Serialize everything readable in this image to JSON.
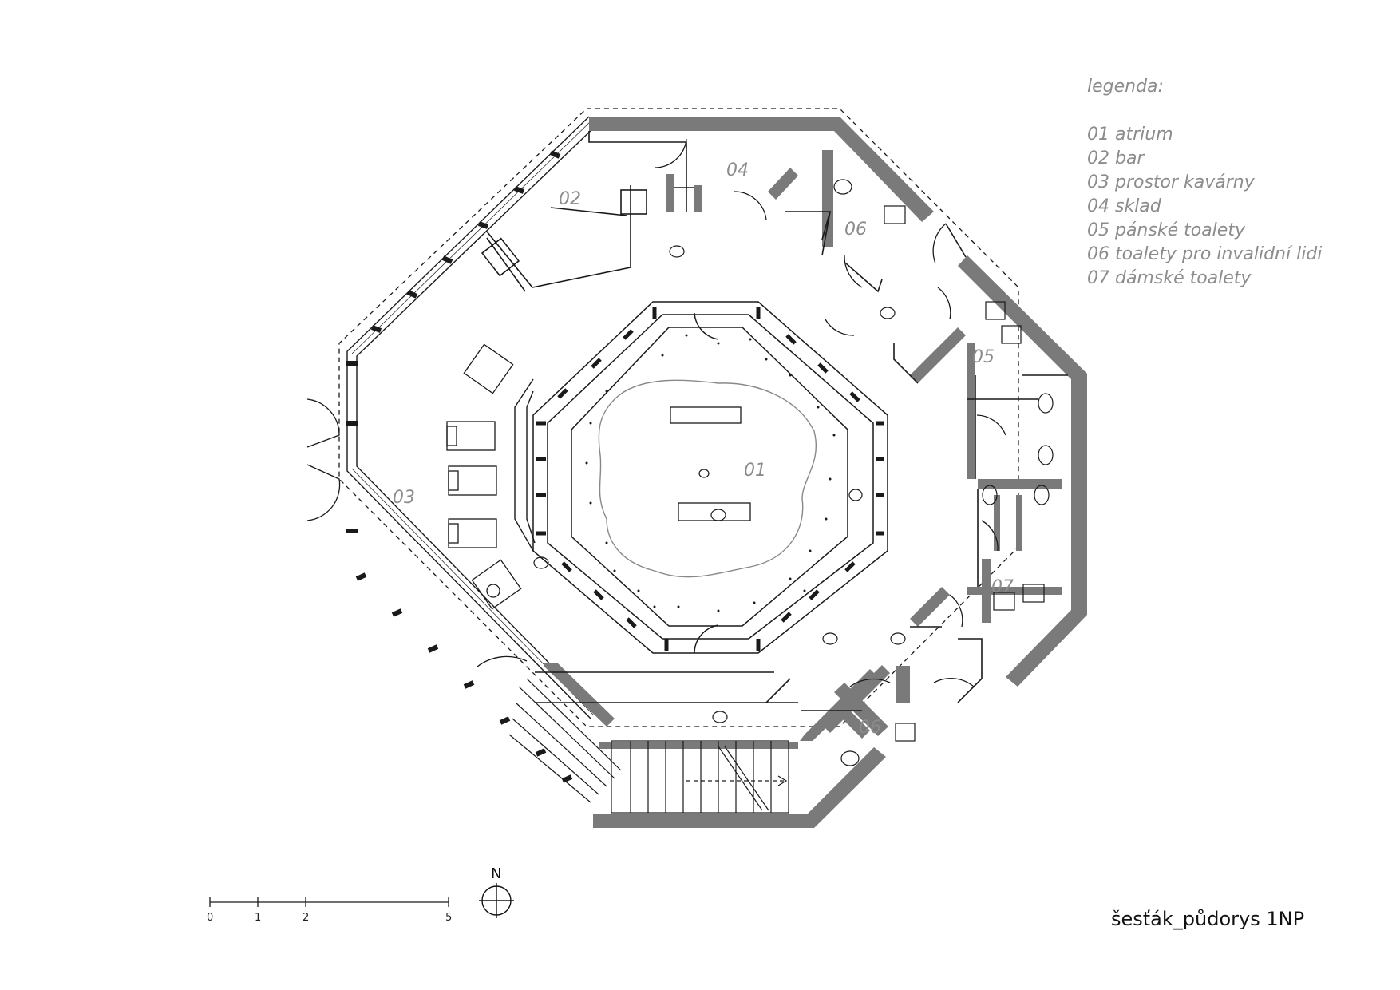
{
  "legend": {
    "title": "legenda:",
    "items": [
      "01 atrium",
      "02 bar",
      "03 prostor kavárny",
      "04 sklad",
      "05 pánské toalety",
      "06 toalety pro invalidní lidi",
      "07 dámské toalety"
    ]
  },
  "rooms": {
    "atrium": "01",
    "bar": "02",
    "cafe": "03",
    "storage": "04",
    "wc_accessible_north": "06",
    "wc_men": "05",
    "wc_women": "07",
    "wc_accessible_south": "06"
  },
  "scale_bar": {
    "ticks": [
      "0",
      "1",
      "2",
      "5"
    ]
  },
  "north_arrow": {
    "label": "N"
  },
  "drawing_title": "šesťák_půdorys 1NP",
  "colors": {
    "wall": "#7a7a7a",
    "line": "#1a1a1a",
    "label": "#8c8c8c"
  }
}
